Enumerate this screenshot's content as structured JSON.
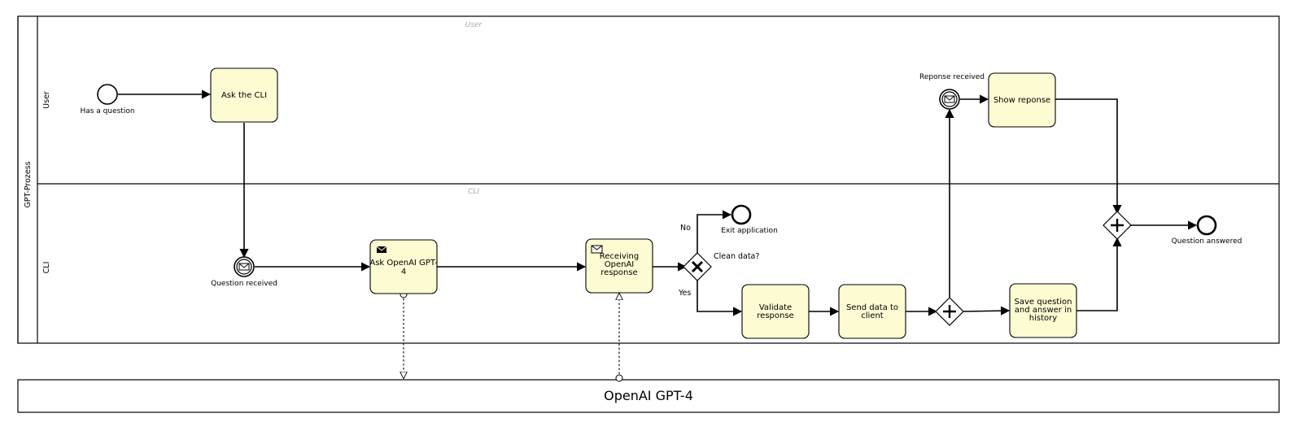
{
  "pool": {
    "name": "GPT-Prozess",
    "lanes": [
      {
        "id": "user",
        "name": "User",
        "watermark": "User"
      },
      {
        "id": "cli",
        "name": "CLI",
        "watermark": "CLI"
      }
    ]
  },
  "external_pool": {
    "name": "OpenAI GPT-4"
  },
  "events": {
    "start": {
      "label": "Has a question"
    },
    "question_received": {
      "label": "Question received"
    },
    "response_received": {
      "label": "Reponse received"
    },
    "exit": {
      "label": "Exit application"
    },
    "answered": {
      "label": "Question answered"
    }
  },
  "tasks": {
    "ask_cli": {
      "lines": [
        "Ask the CLI"
      ]
    },
    "ask_openai": {
      "lines": [
        "Ask OpenAI GPT-",
        "4"
      ]
    },
    "receiving": {
      "lines": [
        "Receiving",
        "OpenAI",
        "response"
      ]
    },
    "validate": {
      "lines": [
        "Validate",
        "response"
      ]
    },
    "send_data": {
      "lines": [
        "Send data to",
        "client"
      ]
    },
    "save_history": {
      "lines": [
        "Save question",
        "and answer in",
        "history"
      ]
    },
    "show_response": {
      "lines": [
        "Show reponse"
      ]
    }
  },
  "gateways": {
    "clean_data": {
      "label": "Clean data?",
      "type": "exclusive"
    },
    "split": {
      "type": "parallel"
    },
    "join": {
      "type": "parallel"
    }
  },
  "flow_labels": {
    "no": "No",
    "yes": "Yes"
  }
}
